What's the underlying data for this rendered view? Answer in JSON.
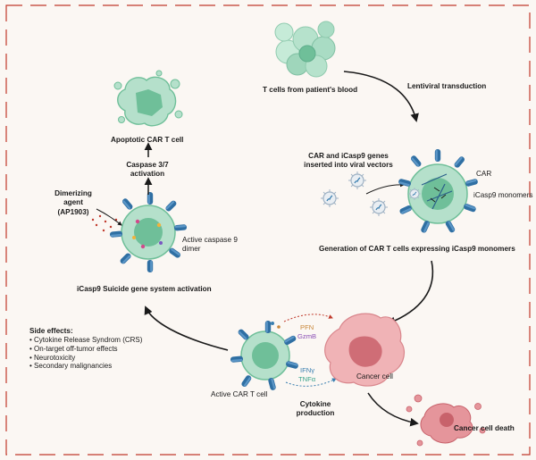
{
  "labels": {
    "t_cells": "T cells from patient's blood",
    "lentiviral": "Lentiviral transduction",
    "genes_line1": "CAR and iCasp9 genes",
    "genes_line2": "inserted into viral vectors",
    "car": "CAR",
    "icasp9_monomers": "iCasp9 monomers",
    "generation": "Generation of CAR T cells expressing iCasp9 monomers",
    "apoptotic": "Apoptotic CAR T cell",
    "caspase_line1": "Caspase 3/7",
    "caspase_line2": "activation",
    "dimerizing_line1": "Dimerizing",
    "dimerizing_line2": "agent",
    "dimerizing_line3": "(AP1903)",
    "active_caspase_line1": "Active caspase 9",
    "active_caspase_line2": "dimer",
    "suicide": "iCasp9 Suicide gene system activation",
    "side_effects_title": "Side effects:",
    "side_effects": [
      "Cytokine Release Syndrom (CRS)",
      "On-target off-tumor effects",
      "Neurotoxicity",
      "Secondary malignancies"
    ],
    "pfn": "PFN",
    "gzmb": "GzmB",
    "ifng": "IFNγ",
    "tnfa": "TNFα",
    "active_car": "Active CAR T cell",
    "cancer_cell": "Cancer cell",
    "cytokine_line1": "Cytokine",
    "cytokine_line2": "production",
    "cancer_death": "Cancer cell death"
  },
  "colors": {
    "border_dash": "#c0392b",
    "tcell_light": "#a9dcc4",
    "tcell_dark": "#5fae8c",
    "receptor_blue": "#2f6fa3",
    "cancer_pink": "#e79a9f",
    "cancer_dark": "#c8626b",
    "virus_gray": "#9fb2c4"
  }
}
